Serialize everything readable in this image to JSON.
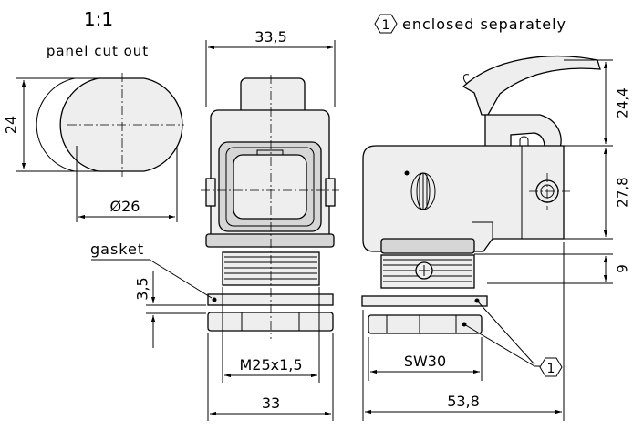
{
  "labels": {
    "scale": "1:1",
    "panel_cut_out": "panel cut out",
    "enclosed_number": "1",
    "enclosed_separately": "enclosed separately",
    "gasket": "gasket",
    "callout_number": "1"
  },
  "dimensions": {
    "width_top": "33,5",
    "cutout_height": "24",
    "cutout_diameter": "Ø26",
    "gasket_thickness": "3,5",
    "thread": "M25x1,5",
    "width_bottom": "33",
    "lever_height": "24,4",
    "housing_height": "27,8",
    "thread_height": "9",
    "wrench_size": "SW30",
    "total_length": "53,8"
  }
}
